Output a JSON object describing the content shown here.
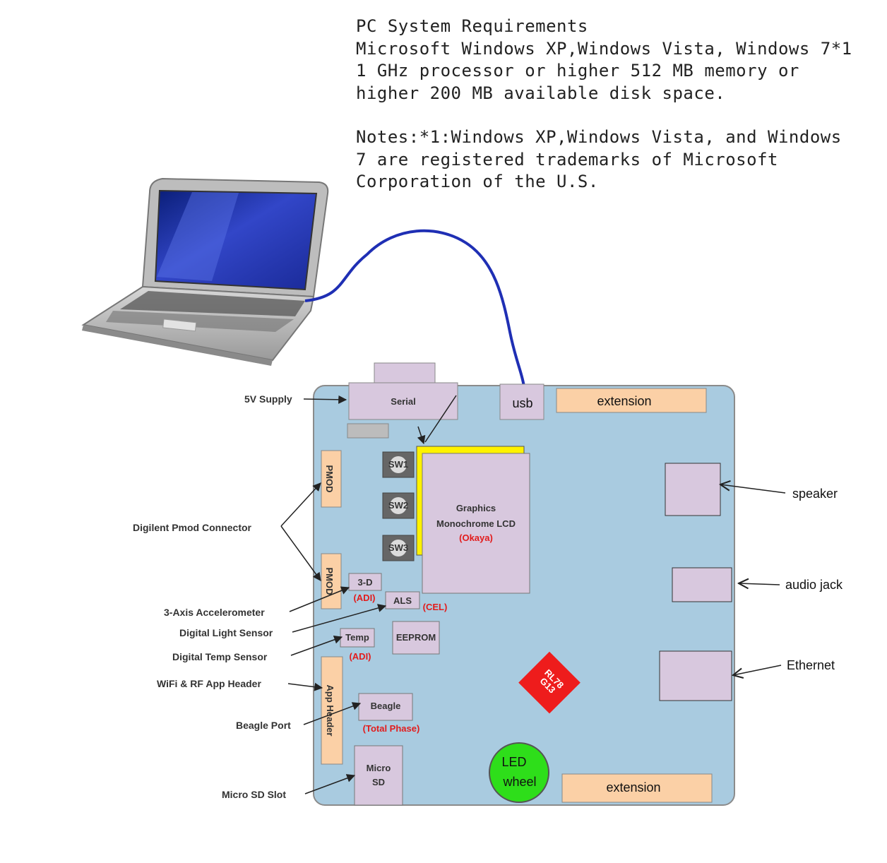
{
  "requirements": {
    "heading": "PC System Requirements",
    "line1": "Microsoft Windows XP,Windows Vista, Windows 7*1",
    "line2": "1 GHz processor or higher 512 MB memory or",
    "line3": "higher 200 MB available disk space.",
    "note1": "Notes:*1:Windows XP,Windows Vista, and Windows",
    "note2": "7 are registered trademarks of Microsoft",
    "note3": "Corporation of the U.S."
  },
  "board": {
    "serial": "Serial",
    "usb": "usb",
    "extension_top": "extension",
    "extension_bottom": "extension",
    "pmod_top": "PMOD",
    "pmod_bottom": "PMOD",
    "sw1": "SW1",
    "sw2": "SW2",
    "sw3": "SW3",
    "lcd_line1": "Graphics",
    "lcd_line2": "Monochrome LCD",
    "lcd_line3": "(Okaya)",
    "accel": "3-D",
    "accel_vendor": "(ADI)",
    "als": "ALS",
    "als_vendor": "(CEL)",
    "temp": "Temp",
    "temp_vendor": "(ADI)",
    "eeprom": "EEPROM",
    "app_header": "App Header",
    "beagle": "Beagle",
    "beagle_vendor": "(Total Phase)",
    "micro_sd_1": "Micro",
    "micro_sd_2": "SD",
    "chip_1": "RL78",
    "chip_2": "G13",
    "led_1": "LED",
    "led_2": "wheel"
  },
  "labels": {
    "supply": "5V Supply",
    "pmod": "Digilent Pmod Connector",
    "accelerometer": "3-Axis Accelerometer",
    "light": "Digital Light Sensor",
    "temp": "Digital Temp Sensor",
    "wifi": "WiFi & RF App Header",
    "beagle": "Beagle Port",
    "sd": "Micro SD Slot",
    "speaker": "speaker",
    "audio": "audio jack",
    "ethernet": "Ethernet"
  },
  "colors": {
    "board": "#a9cbe0",
    "component": "#d8c8de",
    "connector": "#fbd0a6",
    "cable": "#1f2fb4",
    "lcd_border": "#fff200",
    "chip": "#ee1c1c",
    "led": "#2ede1a",
    "accent_red": "#e21c1c"
  }
}
